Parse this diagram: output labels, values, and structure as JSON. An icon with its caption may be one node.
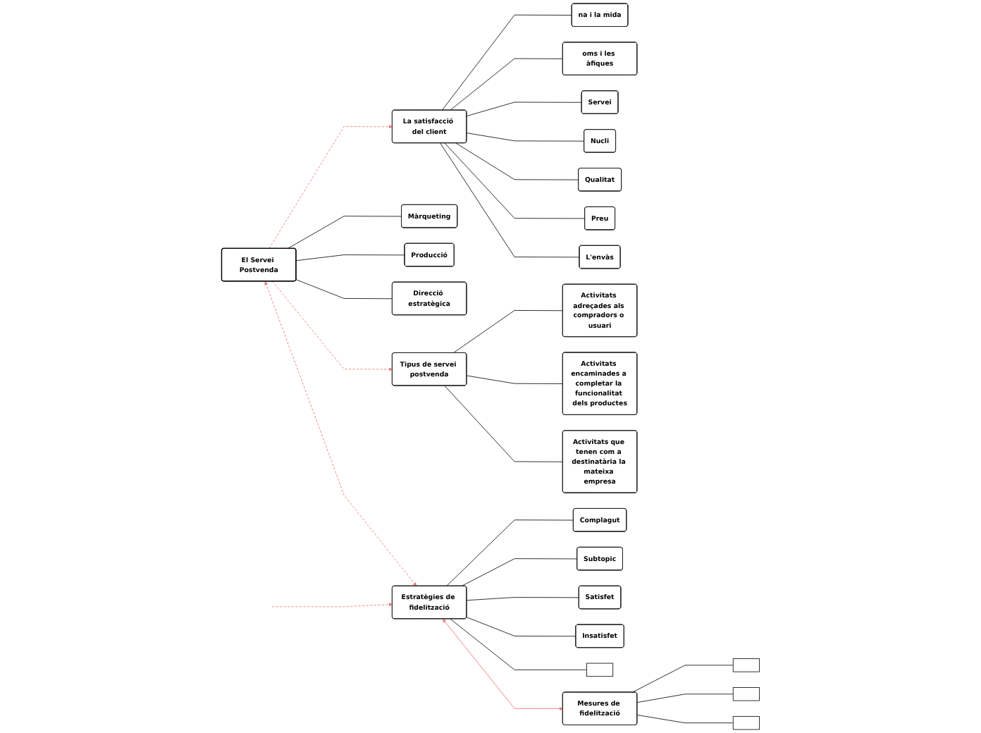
{
  "diagram": {
    "nodes": [
      {
        "text": [
          "El Servei Postvenda"
        ]
      },
      {
        "text": [
          "Màrqueting"
        ]
      },
      {
        "text": [
          "Producció"
        ]
      },
      {
        "text": [
          "Direcció estratègica"
        ]
      },
      {
        "text": [
          "La satisfacció del client"
        ]
      },
      {
        "text": [
          "na i la mida"
        ]
      },
      {
        "text": [
          "oms i les àfiques"
        ]
      },
      {
        "text": [
          "Servei"
        ]
      },
      {
        "text": [
          "Nucli"
        ]
      },
      {
        "text": [
          "Qualitat"
        ]
      },
      {
        "text": [
          "Preu"
        ]
      },
      {
        "text": [
          "L'envàs"
        ]
      },
      {
        "text": [
          "Tipus de servei postvenda"
        ]
      },
      {
        "text": [
          "Activitats adreçades als compradors o usuari"
        ]
      },
      {
        "text": [
          "Activitats encaminades a completar la funcionalitat dels productes"
        ]
      },
      {
        "text": [
          "Activitats que tenen com a destinatària la mateixa empresa"
        ]
      },
      {
        "text": [
          "Estratègies de fidelització"
        ]
      },
      {
        "text": [
          "Complagut"
        ]
      },
      {
        "text": [
          "Subtopic"
        ]
      },
      {
        "text": [
          "Satisfet"
        ]
      },
      {
        "text": [
          "Insatisfet"
        ]
      },
      {
        "text": [],
        "shape": "box"
      },
      {
        "text": [
          "Mesures de fidelització"
        ]
      },
      {
        "text": [],
        "shape": "box"
      },
      {
        "text": [],
        "shape": "box"
      },
      {
        "text": [],
        "shape": "box"
      }
    ],
    "edges": [
      {
        "from": 0,
        "to": 1,
        "arrow": "none"
      },
      {
        "from": 0,
        "to": 2,
        "arrow": "none"
      },
      {
        "from": 0,
        "to": 3,
        "arrow": "none"
      },
      {
        "from": 0,
        "to": 4,
        "arrow": "to",
        "style": "dashed",
        "color": "#f47c7c"
      },
      {
        "from": 0,
        "to": 12,
        "arrow": "to",
        "style": "dashed",
        "color": "#f47c7c"
      },
      {
        "from": 0,
        "to": 16,
        "arrow": "both",
        "style": "dashed",
        "color": "#f47c7c"
      },
      {
        "from": null,
        "to": 16,
        "arrow": "to",
        "style": "dashed",
        "color": "#f47c7c"
      },
      {
        "from": 4,
        "to": 5,
        "arrow": "none"
      },
      {
        "from": 4,
        "to": 6,
        "arrow": "none"
      },
      {
        "from": 4,
        "to": 7,
        "arrow": "none"
      },
      {
        "from": 4,
        "to": 8,
        "arrow": "none"
      },
      {
        "from": 4,
        "to": 9,
        "arrow": "none"
      },
      {
        "from": 4,
        "to": 10,
        "arrow": "none"
      },
      {
        "from": 4,
        "to": 11,
        "arrow": "none"
      },
      {
        "from": 12,
        "to": 13,
        "arrow": "none"
      },
      {
        "from": 12,
        "to": 14,
        "arrow": "none"
      },
      {
        "from": 12,
        "to": 15,
        "arrow": "none"
      },
      {
        "from": 16,
        "to": 17,
        "arrow": "none"
      },
      {
        "from": 16,
        "to": 18,
        "arrow": "none"
      },
      {
        "from": 16,
        "to": 19,
        "arrow": "none"
      },
      {
        "from": 16,
        "to": 20,
        "arrow": "none"
      },
      {
        "from": 16,
        "to": 21,
        "arrow": "none"
      },
      {
        "from": 16,
        "to": 22,
        "arrow": "both",
        "color": "#f47c7c"
      },
      {
        "from": 22,
        "to": 23,
        "arrow": "none"
      },
      {
        "from": 22,
        "to": 24,
        "arrow": "none"
      },
      {
        "from": 22,
        "to": 25,
        "arrow": "none"
      }
    ]
  }
}
